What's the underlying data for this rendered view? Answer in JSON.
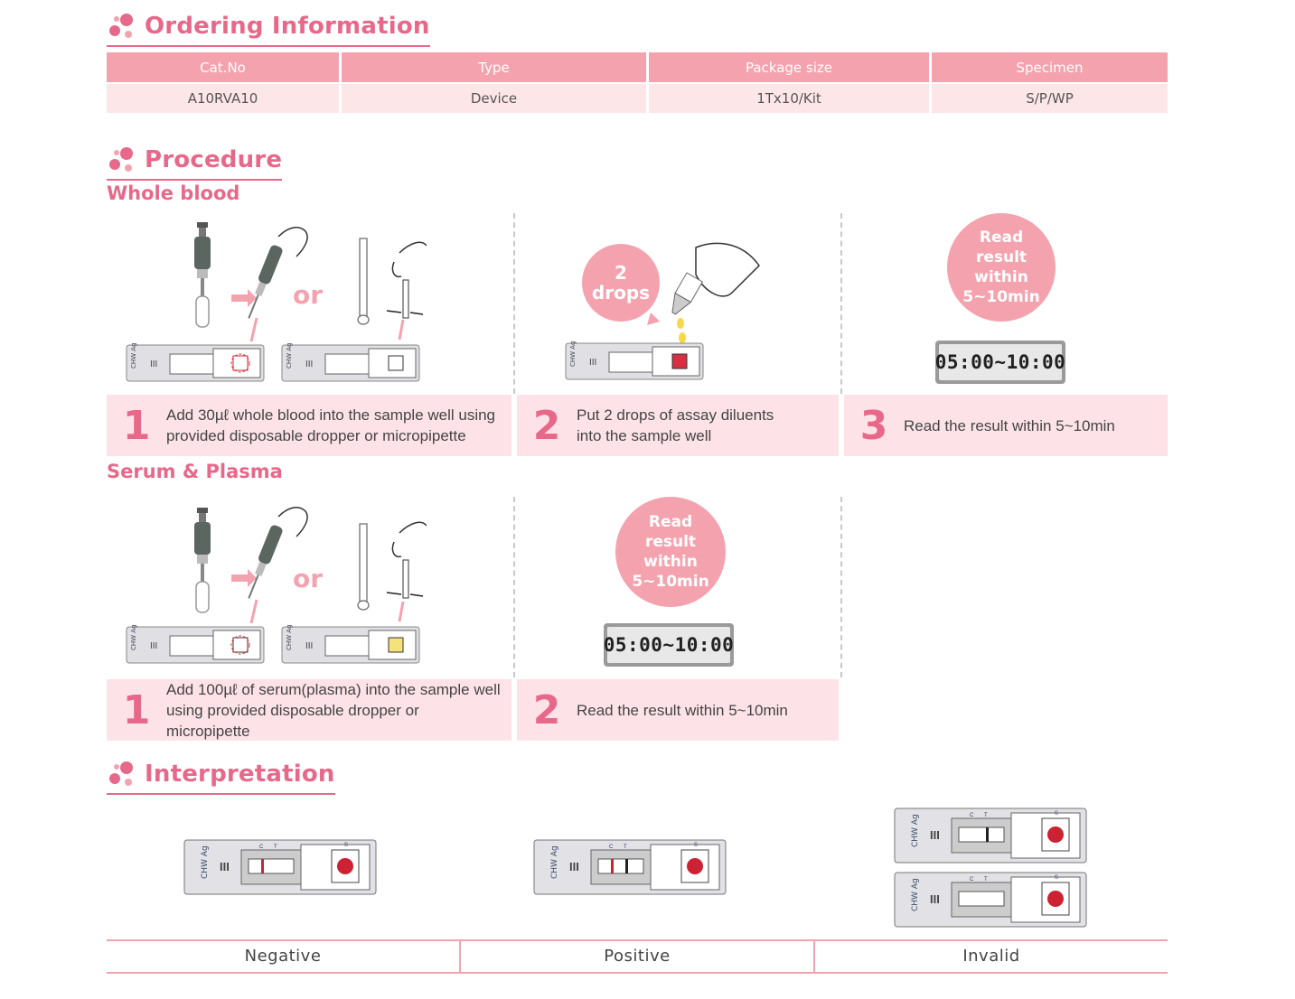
{
  "ordering": {
    "title": "Ordering Information",
    "headers": [
      "Cat.No",
      "Type",
      "Package size",
      "Specimen"
    ],
    "row": [
      "A10RVA10",
      "Device",
      "1Tx10/Kit",
      "S/P/WP"
    ]
  },
  "procedure": {
    "title": "Procedure",
    "whole_blood": {
      "heading": "Whole blood",
      "or_label": "or",
      "drops_bubble": "2\ndrops",
      "read_bubble": "Read result within 5~10min",
      "timer": "05:00~10:00",
      "steps": [
        {
          "num": "1",
          "text": "Add 30µℓ whole blood into the sample well using provided disposable dropper or micropipette"
        },
        {
          "num": "2",
          "text": "Put 2 drops of assay diluents into the sample well"
        },
        {
          "num": "3",
          "text": "Read the result within 5~10min"
        }
      ]
    },
    "serum": {
      "heading": "Serum & Plasma",
      "or_label": "or",
      "read_bubble": "Read result within 5~10min",
      "timer": "05:00~10:00",
      "steps": [
        {
          "num": "1",
          "text": "Add 100µℓ of serum(plasma) into the sample well using provided disposable dropper or micropipette"
        },
        {
          "num": "2",
          "text": "Read the result within 5~10min"
        }
      ]
    }
  },
  "interpretation": {
    "title": "Interpretation",
    "device_label": "CHW Ag",
    "marks": {
      "c": "C",
      "t": "T",
      "s": "S"
    },
    "labels": [
      "Negative",
      "Positive",
      "Invalid"
    ]
  },
  "colors": {
    "accent": "#e8688a",
    "header_bg": "#f4a3ae",
    "row_bg": "#fde6e8",
    "step_bg": "#fde3e7",
    "line_red": "#cc2233"
  }
}
